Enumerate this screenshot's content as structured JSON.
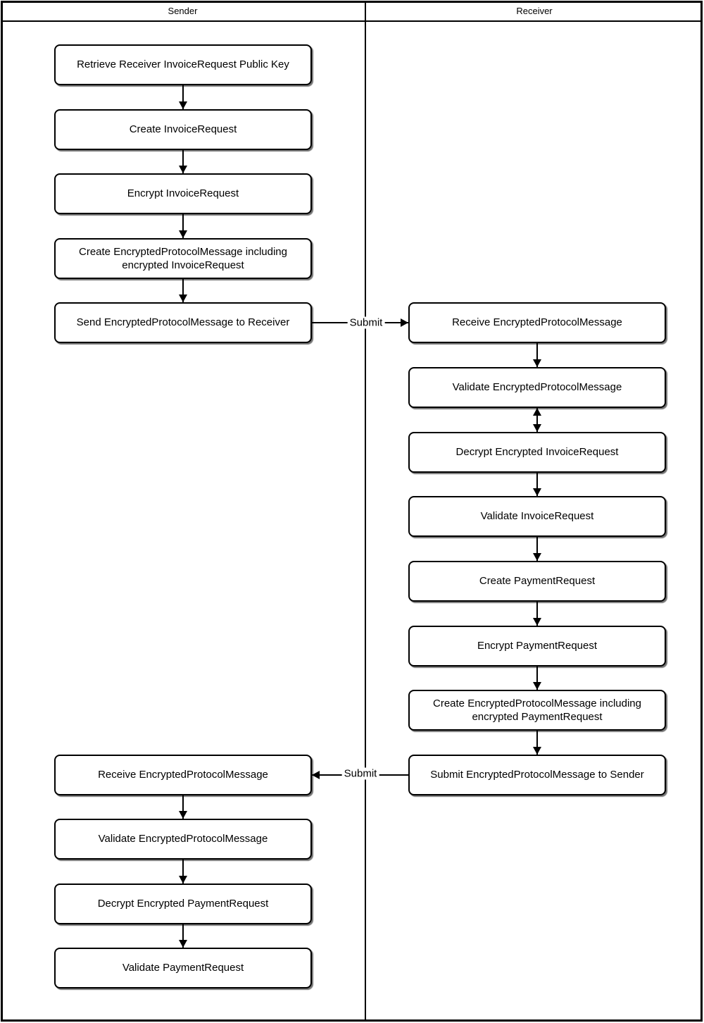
{
  "lanes": [
    {
      "title": "Sender"
    },
    {
      "title": "Receiver"
    }
  ],
  "sender": {
    "steps": [
      "Retrieve Receiver InvoiceRequest Public Key",
      "Create InvoiceRequest",
      "Encrypt InvoiceRequest",
      "Create EncryptedProtocolMessage including encrypted InvoiceRequest",
      "Send EncryptedProtocolMessage to Receiver",
      "Receive EncryptedProtocolMessage",
      "Validate EncryptedProtocolMessage",
      "Decrypt Encrypted PaymentRequest",
      "Validate PaymentRequest"
    ]
  },
  "receiver": {
    "steps": [
      "Receive EncryptedProtocolMessage",
      "Validate EncryptedProtocolMessage",
      "Decrypt Encrypted InvoiceRequest",
      "Validate InvoiceRequest",
      "Create PaymentRequest",
      "Encrypt PaymentRequest",
      "Create EncryptedProtocolMessage including encrypted PaymentRequest",
      "Submit EncryptedProtocolMessage to Sender"
    ]
  },
  "connectors": {
    "submit_to_receiver": {
      "label": "Submit"
    },
    "submit_to_sender": {
      "label": "Submit"
    }
  },
  "colors": {
    "line": "#000000",
    "box_fill": "#ffffff",
    "background": "#ffffff"
  }
}
